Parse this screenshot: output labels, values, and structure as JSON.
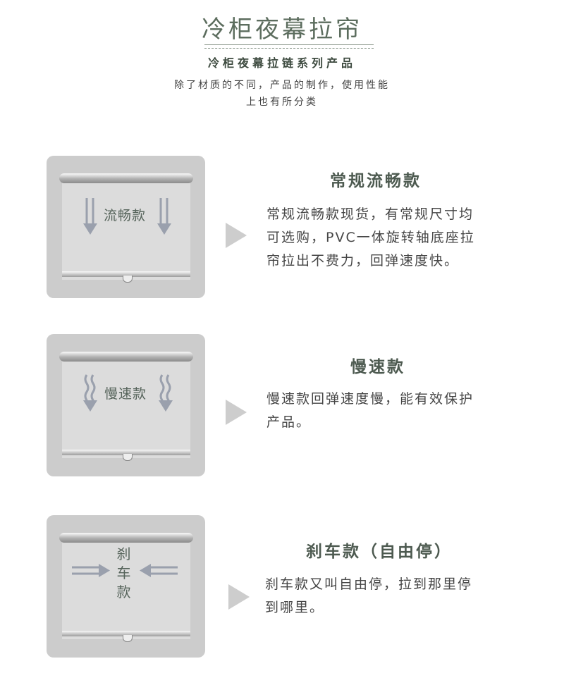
{
  "header": {
    "title": "冷柜夜幕拉帘",
    "subtitle": "冷柜夜幕拉链系列产品",
    "desc_line1": "除了材质的不同，产品的制作，使用性能",
    "desc_line2": "上也有所分类"
  },
  "products": [
    {
      "thumb_label": "流畅款",
      "title": "常规流畅款",
      "desc_lines": [
        "常规流畅款现货，有常规尺寸均",
        "可选购，PVC一体旋转轴底座拉",
        "帘拉出不费力，回弹速度快。"
      ]
    },
    {
      "thumb_label": "慢速款",
      "title": "慢速款",
      "desc_lines": [
        "慢速款回弹速度慢，能有效保护",
        "产品。"
      ]
    },
    {
      "thumb_label_chars": [
        "刹",
        "车",
        "款"
      ],
      "title": "刹车款（自由停）",
      "desc_lines": [
        "刹车款又叫自由停，拉到那里停",
        "到哪里。"
      ]
    }
  ],
  "colors": {
    "title_green": "#5c6d5e",
    "thumb_bg": "#cccccc",
    "arrow": "#9aa0ad",
    "play_arrow": "#cdcdcd"
  }
}
